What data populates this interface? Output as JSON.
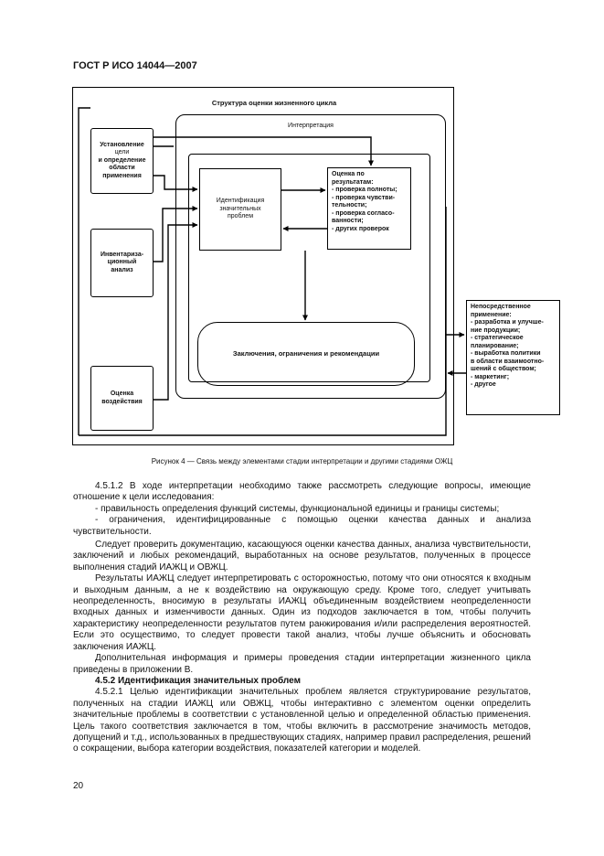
{
  "header": "ГОСТ Р ИСО 14044—2007",
  "diagram": {
    "outer_title": "Структура оценки жизненного цикла",
    "left_boxes": [
      {
        "name": "goal",
        "lines": [
          "Установление",
          "цели",
          "и определение",
          "области",
          "применения"
        ]
      },
      {
        "name": "inventory",
        "lines": [
          "Инвентариза-",
          "ционный",
          "анализ"
        ]
      },
      {
        "name": "impact",
        "lines": [
          "Оценка",
          "воздействия"
        ]
      }
    ],
    "interpretation_title": "Интерпретация",
    "identification": [
      "Идентификация",
      "значительных",
      "проблем"
    ],
    "evaluation": {
      "title": "Оценка по результатам:",
      "items": [
        "- проверка полноты;",
        "- проверка чувстви-",
        "тельности;",
        "- проверка согласо-",
        "ванности;",
        "- других проверок"
      ]
    },
    "conclusions": "Заключения, ограничения и рекомендации",
    "direct_app": {
      "title": "Непосредственное применение:",
      "items": [
        "- разработка и улучше-",
        "ние продукции;",
        "- стратегическое",
        "планирование;",
        "- выработка политики",
        "в области взаимоотно-",
        "шений с обществом;",
        "- маркетинг;",
        "- другое"
      ]
    }
  },
  "caption": "Рисунок 4 — Связь между элементами стадии интерпретации и другими стадиями ОЖЦ",
  "body": {
    "p1": "4.5.1.2 В ходе интерпретации необходимо также рассмотреть следующие вопросы, имеющие отношение к цели исследования:",
    "b1": "- правильность определения функций системы, функциональной единицы и границы системы;",
    "b2": "- ограничения, идентифицированные с помощью оценки качества данных и анализа чувствительности.",
    "p2": "Следует проверить документацию, касающуюся оценки качества данных, анализа чувствительности, заключений и любых рекомендаций, выработанных на основе результатов, полученных в процессе выполнения стадий ИАЖЦ и ОВЖЦ.",
    "p3": "Результаты ИАЖЦ следует интерпретировать с осторожностью, потому что они относятся к входным и выходным данным, а не к воздействию на окружающую среду. Кроме того, следует учитывать неопределенность, вносимую в результаты ИАЖЦ объединенным воздействием неопределенности входных данных и изменчивости данных. Один из подходов заключается в том, чтобы получить характеристику неопределенности результатов путем ранжирования и/или распределения вероятностей. Если это осуществимо, то следует провести такой анализ, чтобы лучше объяснить и обосновать заключения ИАЖЦ.",
    "p4": "Дополнительная информация и примеры проведения стадии интерпретации жизненного цикла приведены в приложении В.",
    "h": "4.5.2 Идентификация значительных проблем",
    "p5": "4.5.2.1 Целью идентификации значительных проблем является структурирование результатов, полученных на стадии ИАЖЦ или ОВЖЦ, чтобы интерактивно с элементом оценки определить значительные проблемы в соответствии с установленной целью и определенной областью применения. Цель такого соответствия заключается в том, чтобы включить в рассмотрение значимость методов, допущений и т.д., использованных в предшествующих стадиях, например правил распределения, решений о сокращении, выбора категории воздействия, показателей категории и моделей."
  },
  "page_number": "20"
}
